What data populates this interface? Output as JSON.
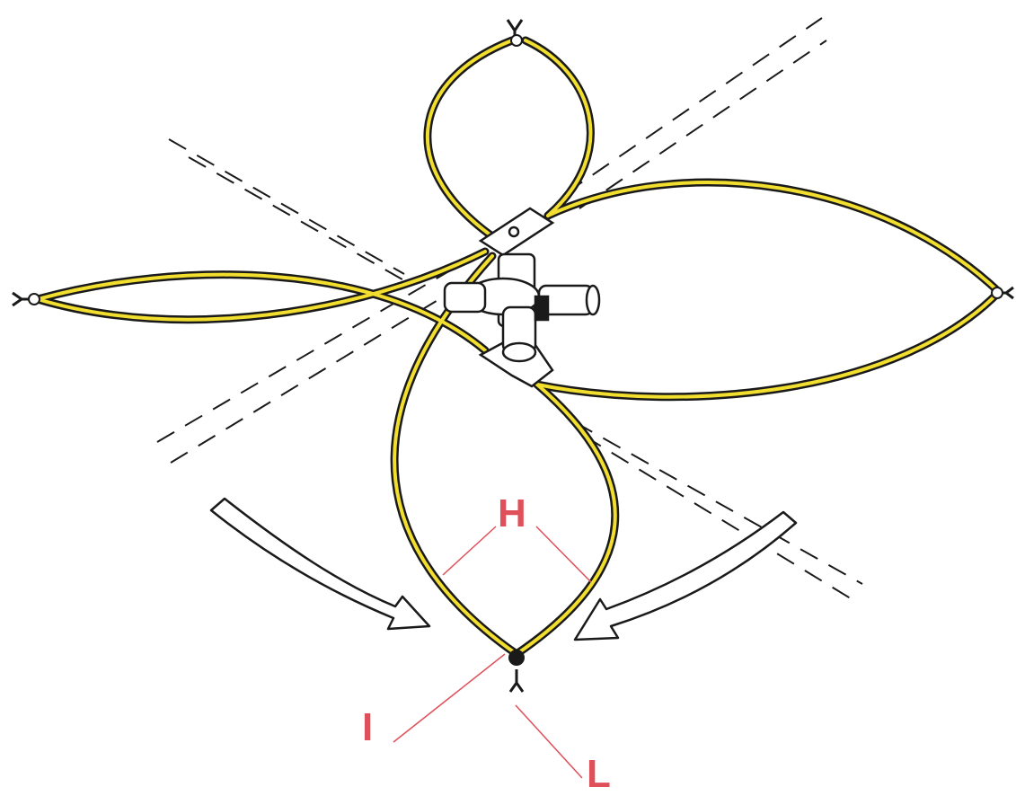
{
  "colors": {
    "pole_fill": "#f2de2e",
    "outline": "#1a1a1a",
    "callout": "#e0505a",
    "arrow_fill": "#ffffff",
    "background": "#ffffff"
  },
  "callouts": {
    "h": "H",
    "i": "I",
    "l": "L"
  },
  "icons": {
    "hub": "tent-hub-icon",
    "pole_tip": "pole-tip-icon",
    "fold_arrow": "curved-arrow-icon"
  }
}
